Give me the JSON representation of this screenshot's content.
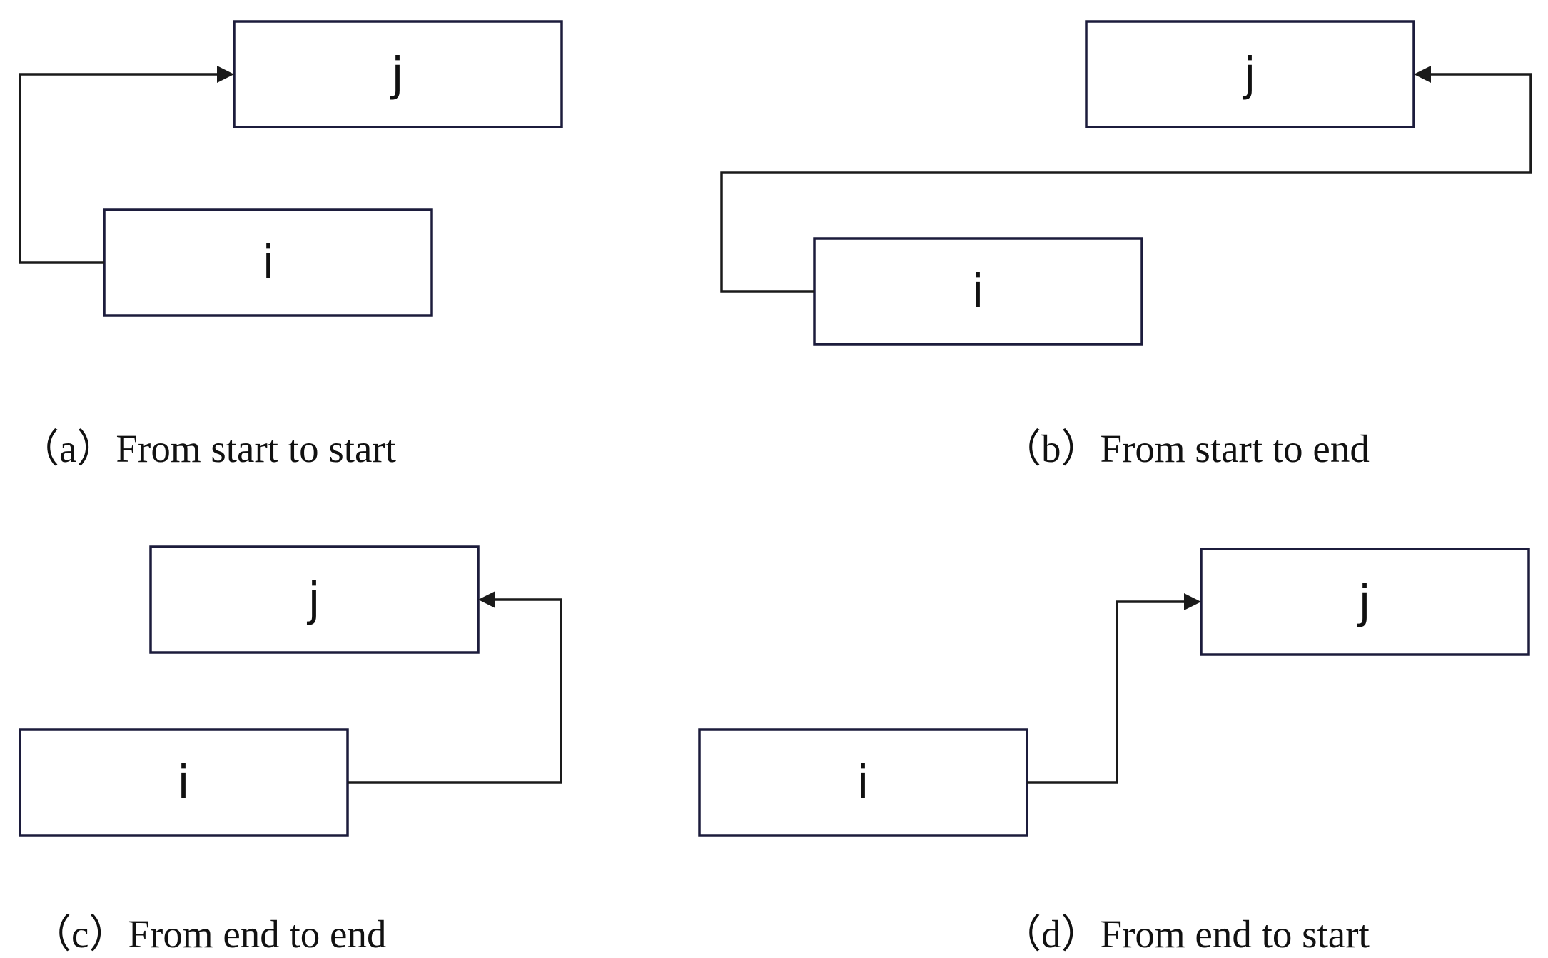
{
  "panels": [
    {
      "id": "a",
      "node_i": "i",
      "node_j": "j",
      "caption": "（a）From start to start"
    },
    {
      "id": "b",
      "node_i": "i",
      "node_j": "j",
      "caption": "（b）From start to end"
    },
    {
      "id": "c",
      "node_i": "i",
      "node_j": "j",
      "caption": "（c）From end to end"
    },
    {
      "id": "d",
      "node_i": "i",
      "node_j": "j",
      "caption": "（d）From end to start"
    }
  ]
}
